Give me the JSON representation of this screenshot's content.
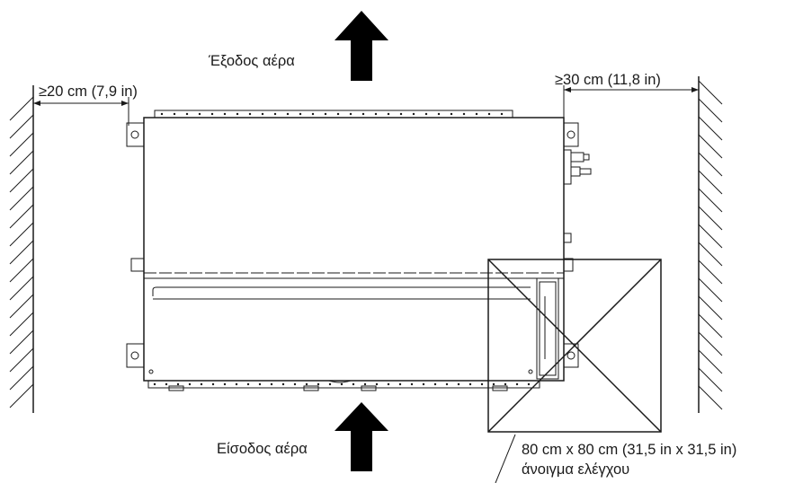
{
  "labels": {
    "air_outlet": "Έξοδος αέρα",
    "air_inlet": "Είσοδος αέρα",
    "left_clearance": "≥20 cm (7,9 in)",
    "right_clearance": "≥30 cm (11,8 in)",
    "inspection_size": "80 cm x 80 cm (31,5 in x 31,5 in)",
    "inspection_name": "άνοιγμα ελέγχου"
  },
  "colors": {
    "line": "#1a1a1a",
    "arrow": "#000000",
    "background": "#ffffff"
  },
  "icons": {
    "outlet_arrow": "arrow-up-icon",
    "inlet_arrow": "arrow-up-icon",
    "wall_hatch": "hatched-wall-icon"
  }
}
